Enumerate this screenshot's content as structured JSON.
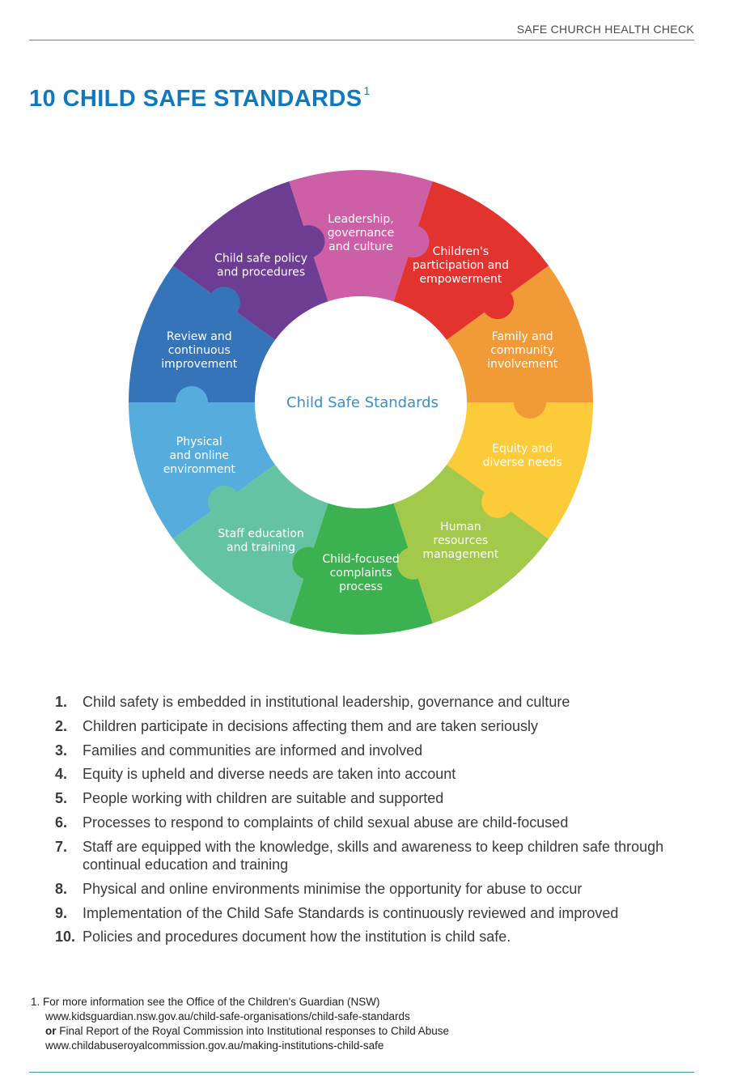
{
  "header": {
    "text": "SAFE CHURCH HEALTH CHECK"
  },
  "title": {
    "text": "10 CHILD SAFE STANDARDS",
    "sup": "1"
  },
  "wheel": {
    "center_label": "Child Safe Standards",
    "center_color": "#3a8fc4",
    "segments": [
      {
        "lines": [
          "Leadership,",
          "governance",
          "and culture"
        ],
        "color": "#cc5fa5"
      },
      {
        "lines": [
          "Children's",
          "participation and",
          "empowerment"
        ],
        "color": "#e2332f"
      },
      {
        "lines": [
          "Family and",
          "community",
          "involvement"
        ],
        "color": "#f19a38"
      },
      {
        "lines": [
          "Equity and",
          "diverse needs"
        ],
        "color": "#fbcb3a"
      },
      {
        "lines": [
          "Human",
          "resources",
          "management"
        ],
        "color": "#a2c94a"
      },
      {
        "lines": [
          "Child-focused",
          "complaints",
          "process"
        ],
        "color": "#3cb14f"
      },
      {
        "lines": [
          "Staff education",
          "and training"
        ],
        "color": "#64c3a2"
      },
      {
        "lines": [
          "Physical",
          "and online",
          "environment"
        ],
        "color": "#56addd"
      },
      {
        "lines": [
          "Review and",
          "continuous",
          "improvement"
        ],
        "color": "#3574b8"
      },
      {
        "lines": [
          "Child safe policy",
          "and procedures"
        ],
        "color": "#6d3d93"
      }
    ]
  },
  "standards": [
    {
      "num": "1.",
      "text": "Child safety is embedded in institutional leadership, governance and culture"
    },
    {
      "num": "2.",
      "text": "Children participate in decisions affecting them and are taken seriously"
    },
    {
      "num": "3.",
      "text": "Families and communities are informed and involved"
    },
    {
      "num": "4.",
      "text": "Equity is upheld and diverse needs are taken into account"
    },
    {
      "num": "5.",
      "text": "People working with children are suitable and supported"
    },
    {
      "num": "6.",
      "text": "Processes to respond to complaints of child sexual abuse are child-focused"
    },
    {
      "num": "7.",
      "text": "Staff are equipped with the knowledge, skills and awareness to keep children safe through continual education and training"
    },
    {
      "num": "8.",
      "text": "Physical and online environments minimise the opportunity for abuse to occur"
    },
    {
      "num": "9.",
      "text": "Implementation of the Child Safe Standards is continuously reviewed and improved"
    },
    {
      "num": "10.",
      "text": "Policies and procedures document how the institution is child safe."
    }
  ],
  "footnote": {
    "line1": "1. For more information see the Office of the Children's Guardian (NSW)",
    "line2": "www.kidsguardian.nsw.gov.au/child-safe-organisations/child-safe-standards",
    "line3_bold": "or",
    "line3": " Final Report of the Royal Commission into Institutional responses to Child Abuse",
    "line4": "www.childabuseroyalcommission.gov.au/making-institutions-child-safe"
  }
}
